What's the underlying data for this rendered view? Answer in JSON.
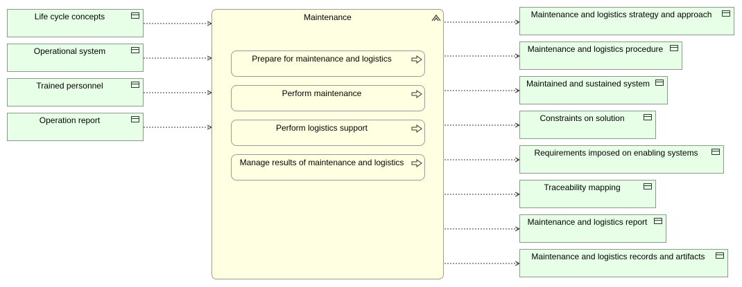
{
  "inputs": [
    {
      "label": "Life cycle concepts",
      "icon": "object-icon"
    },
    {
      "label": "Operational system",
      "icon": "object-icon"
    },
    {
      "label": "Trained personnel",
      "icon": "object-icon"
    },
    {
      "label": "Operation report",
      "icon": "object-icon"
    }
  ],
  "function": {
    "title": "Maintenance",
    "collapse_icon": "chevron-up-icon",
    "subfunctions": [
      {
        "label": "Prepare for maintenance and logistics",
        "icon": "arrow-right-icon"
      },
      {
        "label": "Perform maintenance",
        "icon": "arrow-right-icon"
      },
      {
        "label": "Perform logistics support",
        "icon": "arrow-right-icon"
      },
      {
        "label": "Manage results of maintenance and logistics",
        "icon": "arrow-right-icon"
      }
    ]
  },
  "outputs": [
    {
      "label": "Maintenance and logistics strategy and approach",
      "icon": "object-icon"
    },
    {
      "label": "Maintenance and logistics procedure",
      "icon": "object-icon"
    },
    {
      "label": "Maintained and sustained system",
      "icon": "object-icon"
    },
    {
      "label": "Constraints on solution",
      "icon": "object-icon"
    },
    {
      "label": "Requirements imposed on enabling systems",
      "icon": "object-icon"
    },
    {
      "label": "Traceability mapping",
      "icon": "object-icon"
    },
    {
      "label": "Maintenance and logistics report",
      "icon": "object-icon"
    },
    {
      "label": "Maintenance and logistics records and artifacts",
      "icon": "object-icon"
    }
  ],
  "colors": {
    "object_fill": "#e6ffe6",
    "function_fill": "#ffffe2",
    "connector": "#333333"
  }
}
